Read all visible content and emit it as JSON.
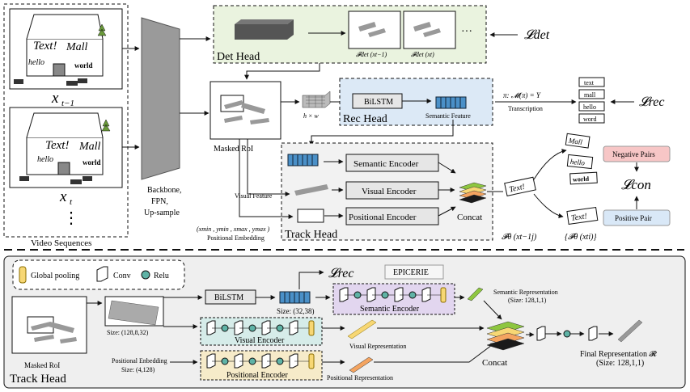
{
  "video": {
    "caption": "Video Sequences",
    "frame_prev_label": "x",
    "frame_prev_sub": "t−1",
    "frame_cur_label": "x",
    "frame_cur_sub": "t",
    "ellipsis": "⋮",
    "sign_text1": "Text!",
    "sign_text2": "Mall",
    "sign_text3": "hello",
    "sign_text4": "world"
  },
  "backbone": {
    "line1": "Backbone,",
    "line2": "FPN,",
    "line3": "Up-sample"
  },
  "det_head": {
    "title": "Det Head",
    "fdet_prev": "𝓕det (xt−1)",
    "fdet_cur": "𝓕det (xt)",
    "ellipsis": "···",
    "loss": "𝓛det"
  },
  "masked_roi": {
    "label": "Masked RoI"
  },
  "rec_head": {
    "title": "Rec Head",
    "bilstm": "BiLSTM",
    "hw": "h × w",
    "semantic_feature": "Semantic Feature",
    "transcription_formula": "π: 𝓜(π) = Y",
    "transcription_label": "Transcription",
    "words": [
      "text",
      "mall",
      "hello",
      "word"
    ],
    "loss": "𝓛rec"
  },
  "track_head": {
    "title": "Track Head",
    "semantic_encoder": "Semantic Encoder",
    "visual_encoder": "Visual Encoder",
    "positional_encoder": "Positional Encoder",
    "concat": "Concat",
    "visual_feature": "Visual Feature",
    "coords": "(xmin , ymin , xmax , ymax )",
    "positional_embedding": "Positional Embedding",
    "f_prev": "𝓕θ (xt−1j)",
    "f_cur": "{𝓕θ (xti)}"
  },
  "contrastive": {
    "neg_pairs": "Negative Pairs",
    "pos_pair": "Positive Pair",
    "loss": "𝓛con",
    "word_cards": [
      "Mall",
      "hello",
      "world"
    ],
    "center_card": "Text!",
    "pos_card": "Text!"
  },
  "detail": {
    "legend_pool": "Global pooling",
    "legend_conv": "Conv",
    "legend_relu": "Relu",
    "rec_loss": "𝓛rec",
    "epicerie": "EPICERIE",
    "bilstm": "BiLSTM",
    "size_3238": "Size: (32,38)",
    "semantic_encoder": "Semantic Encoder",
    "semantic_rep": "Semantic Representation",
    "semantic_rep_size": "(Size: 128,1,1)",
    "size_128832": "Size: (128,8,32)",
    "visual_encoder": "Visual Encoder",
    "visual_rep": "Visual Representation",
    "masked_roi": "Masked RoI",
    "track_head": "Track Head",
    "pos_emb_line1": "Positional Enbedding",
    "pos_emb_line2": "Size: (4,128)",
    "positional_encoder": "Positional Encoder",
    "positional_rep": "Positional Representation",
    "concat": "Concat",
    "final_rep": "Final Representation 𝓡",
    "final_rep_size": "(Size: 128,1,1)"
  },
  "colors": {
    "det_bg": "#eaf3df",
    "rec_bg": "#dce9f6",
    "track_bg": "#f2f2f2",
    "detail_bg": "#efefef",
    "neg_pairs": "#f7c6c6",
    "pos_pair": "#d9e8f7",
    "semantic_enc": "#e2d6ef",
    "visual_enc": "#d6ece9",
    "positional_enc": "#f6ebc9",
    "pool_yellow": "#f7d774",
    "green_rep": "#8dc63f",
    "orange_rep": "#f4a460",
    "relu_teal": "#5fb3a6"
  }
}
